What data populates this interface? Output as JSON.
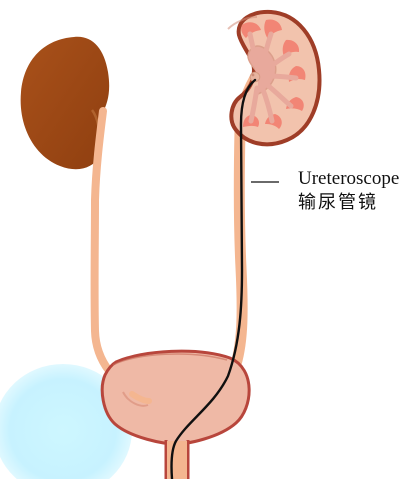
{
  "callout": {
    "label_en": "Ureteroscope",
    "label_zh": "输尿管镜"
  },
  "colors": {
    "left_kidney": "#a24a13",
    "right_kidney_fill": "#f2c3ad",
    "right_kidney_outline": "#9d3d26",
    "calyx": "#f28575",
    "ureter": "#f6b792",
    "bladder": "#efb9a6",
    "bladder_outline": "#b74a3f",
    "scope": "#101010",
    "blue_blob": "#bcefff"
  },
  "icons": {
    "diagram": "ureteroscopy-illustration"
  }
}
